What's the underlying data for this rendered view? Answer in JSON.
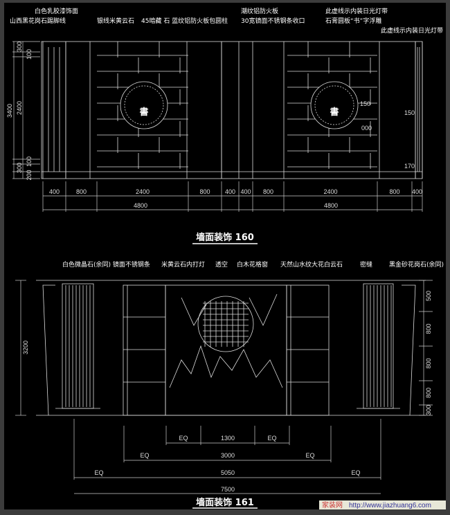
{
  "drawing_160": {
    "title": "墙面装饰 160",
    "labels": [
      "白色乳胶漆饰面",
      "山西黑花岗石踢脚线",
      "银线米黄云石",
      "45暗藏 石 蓝纹铝防火板包圆柱",
      "潮纹铝防火板",
      "30宽镜面不锈钢条收口",
      "此虚线示内装日光灯带",
      "石膏圆板“书”字浮雕",
      "此虚线示内装日光灯带"
    ],
    "small_labels": [
      "150",
      "150",
      "000",
      "170"
    ],
    "relief_char": "書",
    "dims_bottom": [
      "400",
      "800",
      "2400",
      "800",
      "400",
      "400",
      "800",
      "2400",
      "800",
      "400"
    ],
    "dims_total": [
      "4800",
      "4800"
    ],
    "dims_left": [
      "300",
      "100",
      "2400",
      "100",
      "300",
      "200"
    ],
    "dim_left_total": "3400"
  },
  "drawing_161": {
    "title": "墙面装饰 161",
    "labels": [
      "白色微晶石(余同) 镜面不锈钢条",
      "米黄云石内打灯",
      "透空",
      "白木花格窗",
      "天然山水纹大花白云石",
      "密缝",
      "黑金砂花岗石(余同)"
    ],
    "dims_row1": [
      "EQ",
      "1300",
      "EQ"
    ],
    "dims_row2": [
      "EQ",
      "3000",
      "EQ"
    ],
    "dims_row3": [
      "EQ",
      "5050",
      "EQ"
    ],
    "dims_row4": "7500",
    "dim_left": "3200",
    "dims_right": [
      "500",
      "800",
      "800",
      "800",
      "300"
    ]
  },
  "watermark": {
    "site": "家装网",
    "url": "http://www.jiazhuang6.com"
  },
  "colors": {
    "background": "#000000",
    "lines": "#e0e0e0",
    "frame": "#3c3c3c"
  }
}
